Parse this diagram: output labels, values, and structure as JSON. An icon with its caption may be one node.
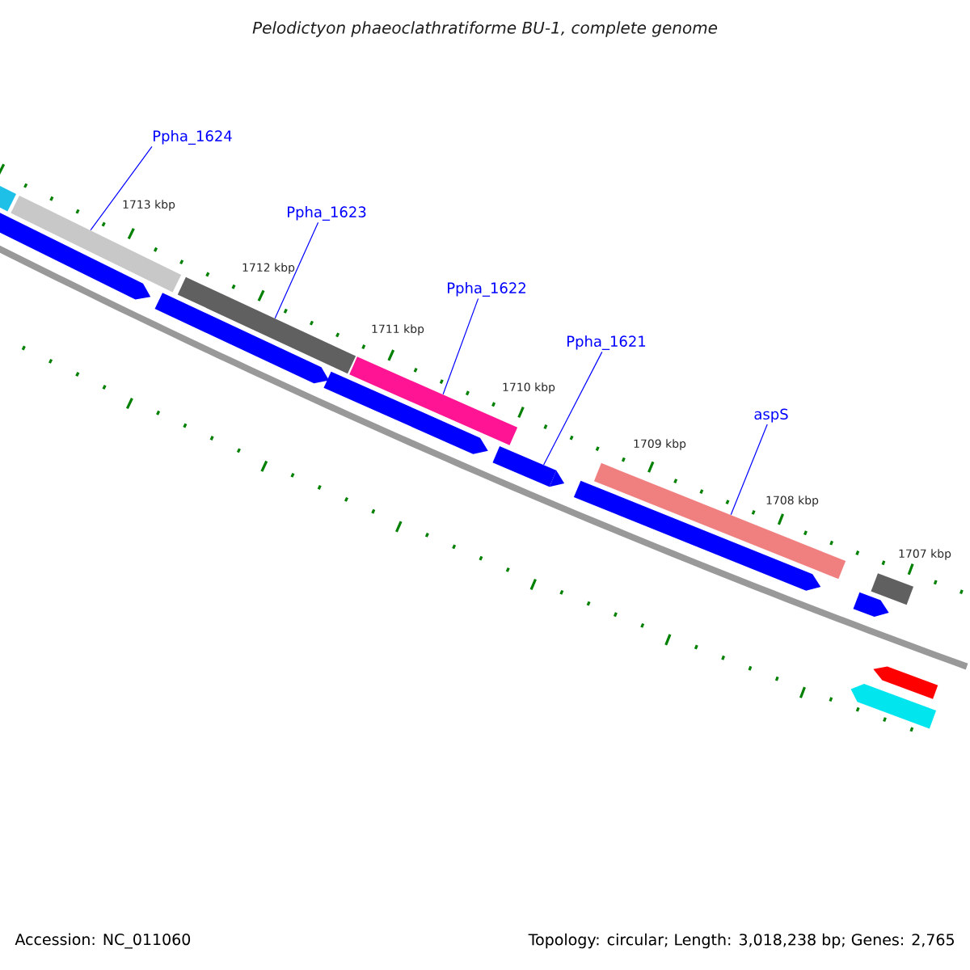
{
  "diagram": {
    "title": "Pelodictyon phaeoclathratiforme BU-1, complete genome",
    "nodes": [
      {
        "text": [
          "Ppha_1624"
        ]
      },
      {
        "text": [],
        "shape": "bar"
      },
      {
        "text": [
          "Ppha_1623"
        ]
      },
      {
        "text": [],
        "shape": "bar"
      },
      {
        "text": [
          "Ppha_1622"
        ]
      },
      {
        "text": [],
        "shape": "bar"
      },
      {
        "text": [
          "Ppha_1621"
        ]
      },
      {
        "text": [],
        "shape": "bar"
      },
      {
        "text": [
          "aspS"
        ]
      },
      {
        "text": [],
        "shape": "bar"
      }
    ],
    "edges": [
      {
        "from": 0,
        "to": 1,
        "arrow": "none"
      },
      {
        "from": 2,
        "to": 3,
        "arrow": "none"
      },
      {
        "from": 4,
        "to": 5,
        "arrow": "none"
      },
      {
        "from": 6,
        "to": 7,
        "arrow": "none"
      },
      {
        "from": 8,
        "to": 9,
        "arrow": "none"
      }
    ],
    "labels": [
      "1713 kbp",
      "1712 kbp",
      "1711 kbp",
      "1710 kbp",
      "1709 kbp",
      "1708 kbp",
      "1707 kbp",
      "Accession: NC_011060",
      "Topology: circular; Length: 3,018,238 bp; Genes: 2,765"
    ]
  }
}
